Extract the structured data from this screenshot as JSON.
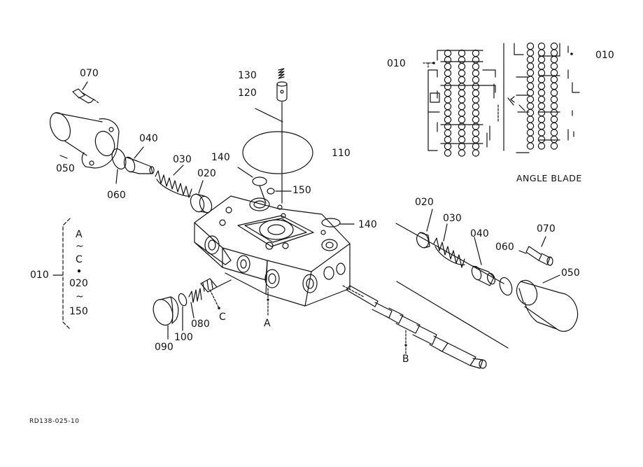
{
  "labels": {
    "p070_top": "070",
    "p050_left": "050",
    "p060_left": "060",
    "p040_left": "040",
    "p030_left": "030",
    "p020_left": "020",
    "p140_upper": "140",
    "p130": "130",
    "p120": "120",
    "p110": "110",
    "p150": "150",
    "p140_right": "140",
    "p010_side": "010",
    "range_a": "A",
    "range_tilde1": "~",
    "range_c": "C",
    "range_020": "020",
    "range_tilde2": "~",
    "range_150": "150",
    "p090": "090",
    "p100": "100",
    "p080": "080",
    "mark_c": "C",
    "mark_a": "A",
    "mark_b": "B",
    "p020_right": "020",
    "p030_right": "030",
    "p040_right": "040",
    "p060_right": "060",
    "p070_right": "070",
    "p050_right": "050",
    "p010_inset_left": "010",
    "p010_inset_right": "010",
    "angle_blade": "ANGLE BLADE",
    "drawing_code": "RD138-025-10"
  }
}
